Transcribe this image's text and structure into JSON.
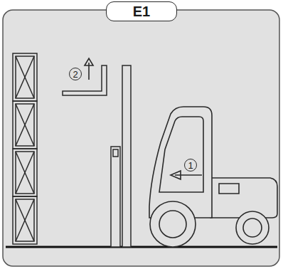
{
  "diagram": {
    "nodes": [
      {
        "text": [
          "E1"
        ]
      }
    ],
    "labels": [
      "2",
      "1"
    ]
  }
}
